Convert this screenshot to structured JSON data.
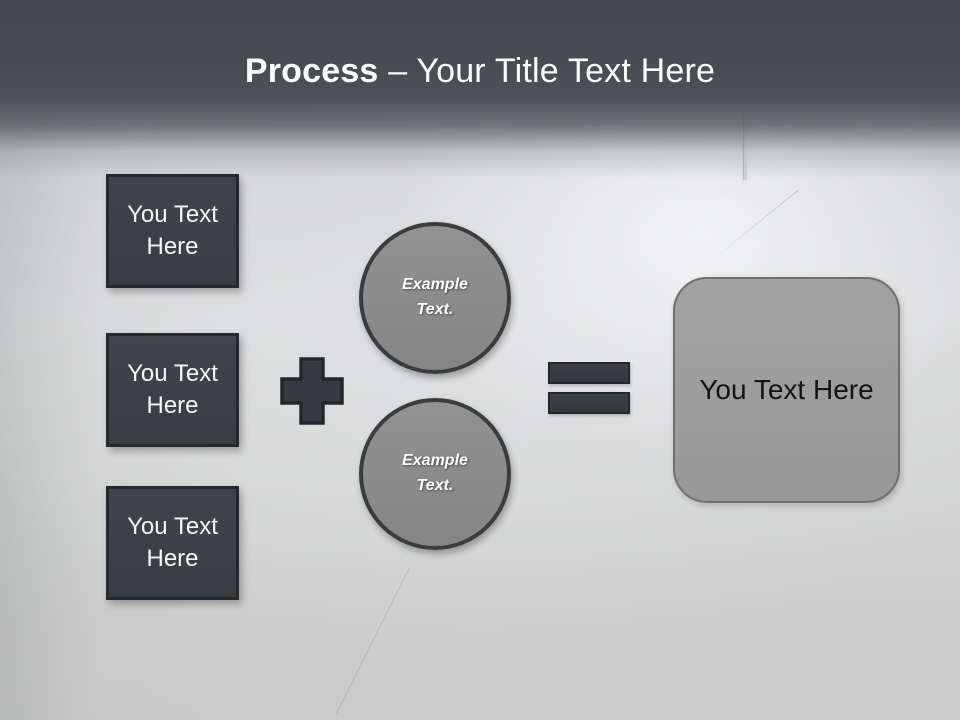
{
  "slide": {
    "title": {
      "bold": "Process",
      "rest": " – Your Title Text Here"
    },
    "input_boxes": [
      {
        "label": "You Text Here"
      },
      {
        "label": "You Text Here"
      },
      {
        "label": "You Text Here"
      }
    ],
    "circles": [
      {
        "label": "Example Text."
      },
      {
        "label": "Example Text."
      }
    ],
    "result_box": {
      "label": "You Text Here"
    },
    "operators": {
      "plus": "plus-icon",
      "equals": "equals-icon"
    },
    "colors": {
      "header_dark": "#43474c",
      "placeholder_fill": "#3b4046",
      "placeholder_border": "#26292c",
      "operator_fill": "#363b40",
      "circle_fill": "#8b8b8b",
      "circle_border": "#3a3d40",
      "result_fill": "#9c9c9c",
      "result_border": "#6f6f6f",
      "title_color": "#fafafa",
      "wall_light": "#e9eaec",
      "floor": "#cbcccb"
    }
  }
}
